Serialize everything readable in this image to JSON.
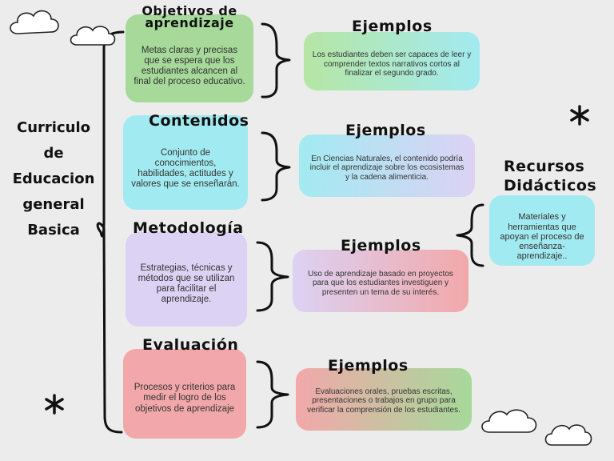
{
  "main_title_lines": [
    "Curriculo",
    "de",
    "Educacion",
    "general",
    "Basica"
  ],
  "colors": {
    "green": "#a6d99a",
    "cyan": "#a2eaf1",
    "lavender": "#dcd2f4",
    "pink": "#f2a8aa",
    "line": "#111111"
  },
  "sections": [
    {
      "heading": "Objetivos de aprendizaje",
      "text": "Metas claras y precisas que se espera que los estudiantes alcancen al final del proceso educativo.",
      "example_heading": "Ejemplos",
      "example_text": "Los estudiantes deben ser capaces de leer y comprender textos narrativos cortos al finalizar el segundo grado."
    },
    {
      "heading": "Contenidos",
      "text": "Conjunto de conocimientos, habilidades, actitudes y valores que se enseñarán.",
      "example_heading": "Ejemplos",
      "example_text": "En Ciencias Naturales, el contenido podría incluir el aprendizaje sobre los ecosistemas y la cadena alimenticia."
    },
    {
      "heading": "Metodología",
      "text": "Estrategias, técnicas y métodos que se utilizan para facilitar el aprendizaje.",
      "example_heading": "Ejemplos",
      "example_text": "Uso de aprendizaje basado en proyectos para que los estudiantes investiguen y presenten un tema de su interés."
    },
    {
      "heading": "Evaluación",
      "text": "Procesos y criterios para medir el logro de los objetivos de aprendizaje",
      "example_heading": "Ejemplos",
      "example_text": "Evaluaciones orales, pruebas escritas, presentaciones o trabajos en grupo para verificar la comprensión de los estudiantes."
    }
  ],
  "resources": {
    "heading_line1": "Recursos",
    "heading_line2": "Didácticos",
    "text": "Materiales y herramientas que apoyan el proceso de enseñanza-aprendizaje.."
  }
}
